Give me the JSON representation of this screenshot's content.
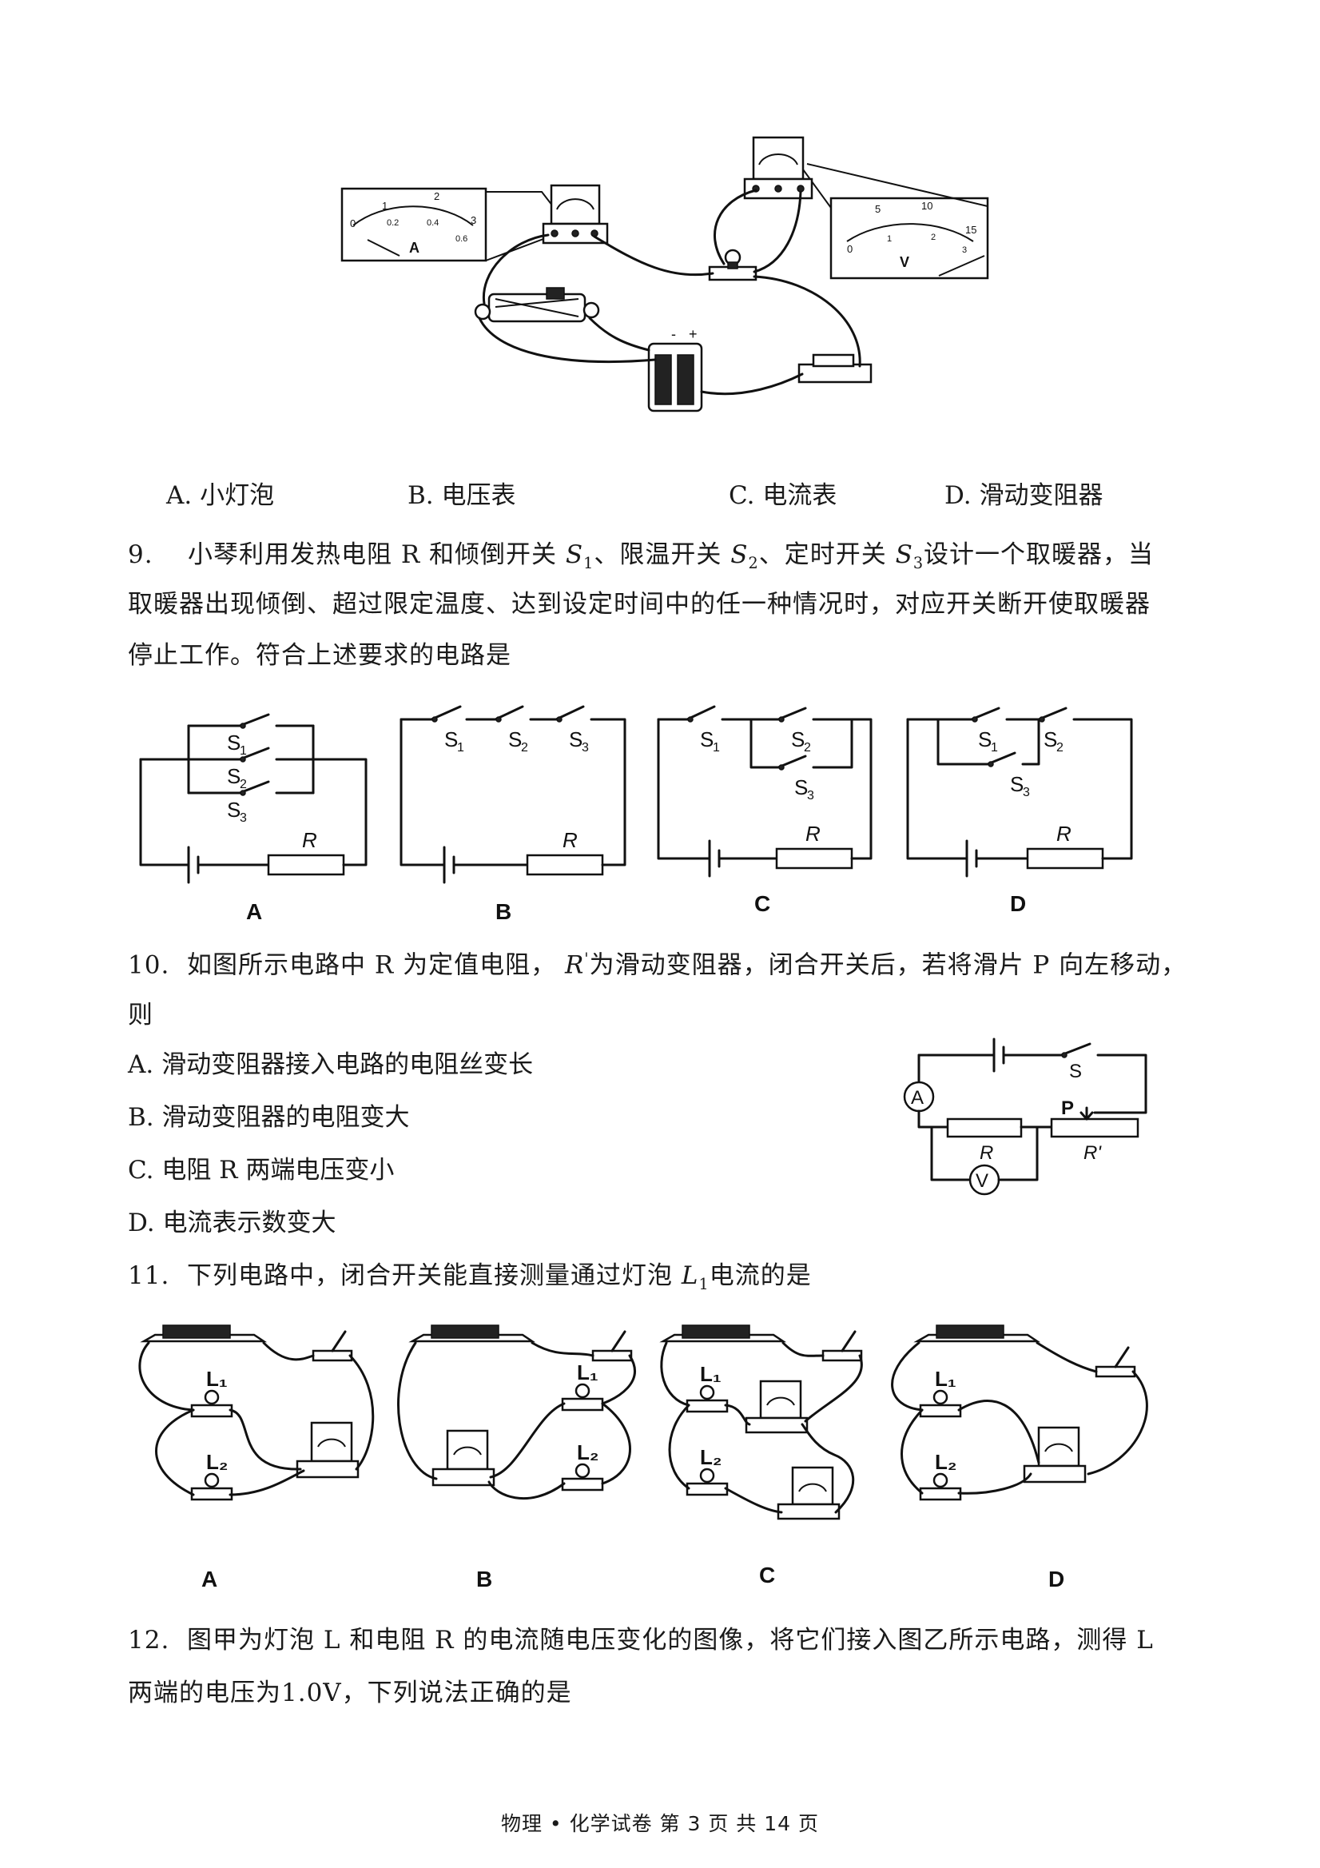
{
  "q8": {
    "options": [
      "A. 小灯泡",
      "B. 电压表",
      "C. 电流表",
      "D. 滑动变阻器"
    ],
    "ammeter": {
      "ticks": [
        "0",
        "1",
        "2",
        "3",
        "0.2",
        "0.4",
        "0.6"
      ],
      "unit": "A"
    },
    "voltmeter": {
      "ticks": [
        "0",
        "5",
        "10",
        "15",
        "1",
        "2",
        "3"
      ],
      "unit": "V"
    },
    "battery_signs": [
      "-",
      "+"
    ]
  },
  "q9": {
    "number": "9.",
    "line1_a": "小琴利用发热电阻 R 和倾倒开关 ",
    "line1_b": "、限温开关 ",
    "line1_c": "、定时开关 ",
    "line1_d": "设计一个取暖器，当",
    "line2": "取暖器出现倾倒、超过限定温度、达到设定时间中的任一种情况时，对应开关断开使取暖器",
    "line3": "停止工作。符合上述要求的电路是",
    "sym_S": "S",
    "sub1": "1",
    "sub2": "2",
    "sub3": "3",
    "diagram_labels": {
      "S1": "S",
      "S2": "S",
      "S3": "S",
      "R": "R"
    },
    "letters": [
      "A",
      "B",
      "C",
      "D"
    ]
  },
  "q10": {
    "number": "10.",
    "line1_a": "如图所示电路中 R 为定值电阻，",
    "line1_sym": "R",
    "line1_prime": "'",
    "line1_b": "为滑动变阻器，闭合开关后，若将滑片 P 向左移动，",
    "line2": "则",
    "options": [
      "A. 滑动变阻器接入电路的电阻丝变长",
      "B. 滑动变阻器的电阻变大",
      "C. 电阻 R 两端电压变小",
      "D. 电流表示数变大"
    ],
    "diagram": {
      "A": "A",
      "V": "V",
      "S": "S",
      "P": "P",
      "R": "R",
      "Rp": "R'"
    }
  },
  "q11": {
    "number": "11.",
    "text_a": "下列电路中，闭合开关能直接测量通过灯泡 ",
    "sym": "L",
    "sub": "1",
    "text_b": "电流的是",
    "bulb_labels": [
      "L₁",
      "L₂"
    ],
    "letters": [
      "A",
      "B",
      "C",
      "D"
    ]
  },
  "q12": {
    "number": "12.",
    "line1": "图甲为灯泡 L 和电阻 R 的电流随电压变化的图像，将它们接入图乙所示电路，测得 L",
    "line2": "两端的电压为1.0V，下列说法正确的是"
  },
  "footer": "物理 • 化学试卷  第 3  页  共 14 页"
}
